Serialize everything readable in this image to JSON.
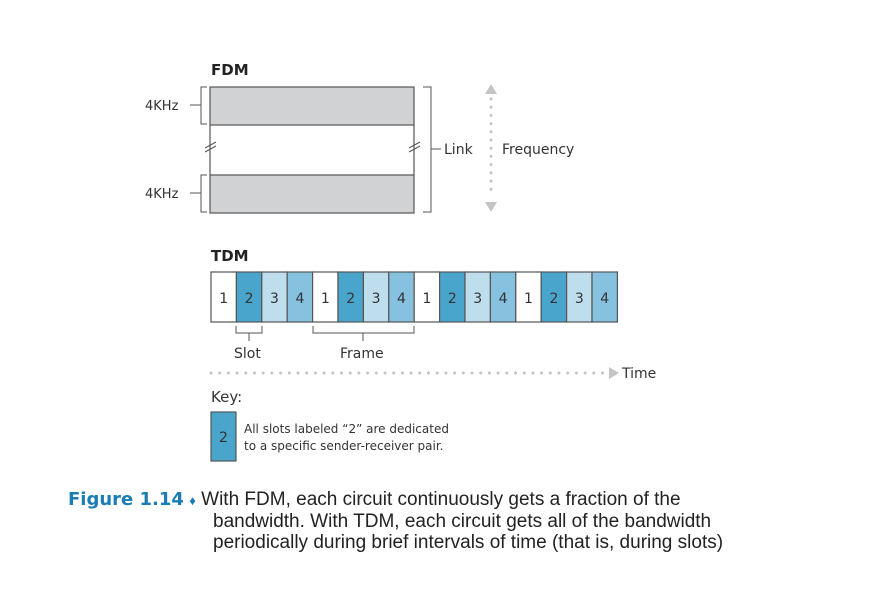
{
  "fdm": {
    "title": "FDM",
    "band_labels": [
      "4KHz",
      "4KHz"
    ],
    "link_label": "Link",
    "frequency_label": "Frequency"
  },
  "tdm": {
    "title": "TDM",
    "slots": [
      1,
      2,
      3,
      4,
      1,
      2,
      3,
      4,
      1,
      2,
      3,
      4,
      1,
      2,
      3,
      4
    ],
    "slot_colors": {
      "1": "#ffffff",
      "2": "#4aa5cc",
      "3": "#bedeee",
      "4": "#86c1e0"
    },
    "slot_label": "Slot",
    "frame_label": "Frame",
    "time_label": "Time"
  },
  "key": {
    "title": "Key:",
    "sample_slot": "2",
    "description_line1": "All slots labeled “2” are dedicated",
    "description_line2": "to a specific sender-receiver pair."
  },
  "caption": {
    "figure_number": "Figure 1.14",
    "separator": "♦",
    "line1": "With FDM, each circuit continuously gets a fraction of the",
    "line2": "bandwidth. With TDM, each circuit gets all of the bandwidth",
    "line3": "periodically during brief intervals of time (that is, during slots)"
  },
  "colors": {
    "fdm_band": "#d1d2d4",
    "outline": "#555555",
    "dots": "#c4c4c4",
    "figure_accent": "#1a7db5"
  }
}
